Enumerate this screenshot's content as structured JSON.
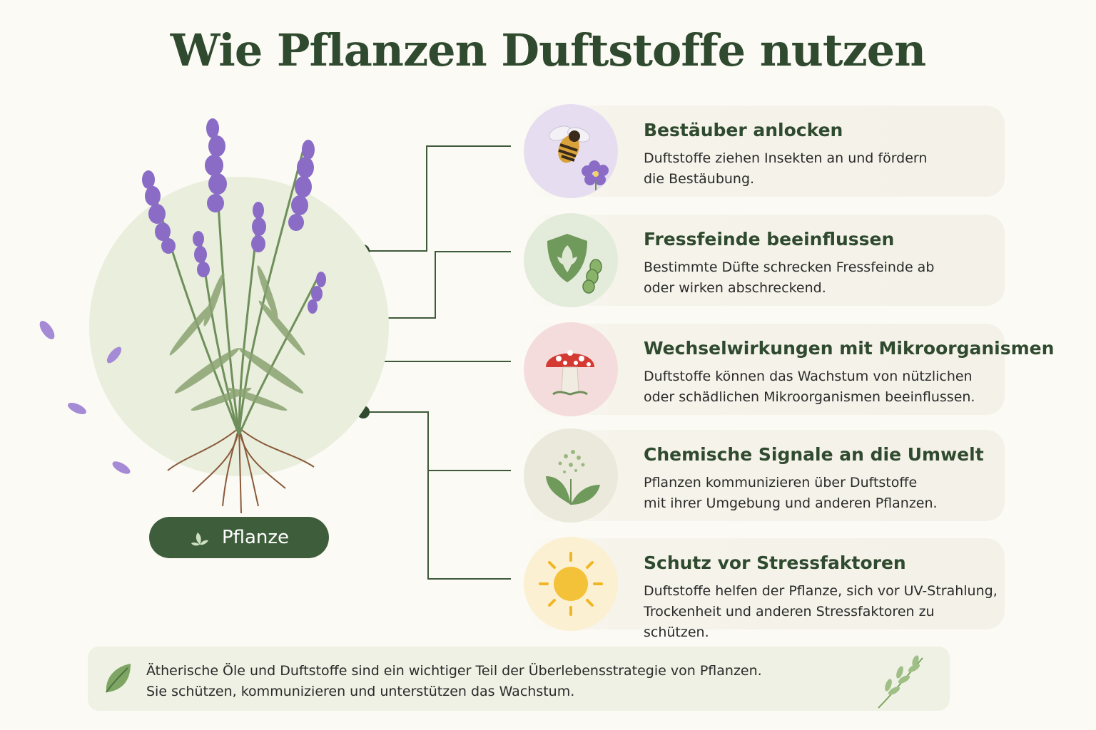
{
  "title": "Wie Pflanzen Duftstoffe nutzen",
  "plant_label": "Pflanze",
  "colors": {
    "primary_green": "#3e5e3b",
    "title_green": "#2f4a2e",
    "lavender": "#8a6cc6",
    "background": "#fbfaf4"
  },
  "cards": [
    {
      "title": "Bestäuber anlocken",
      "line1": "Duftstoffe ziehen Insekten an und fördern",
      "line2": "die Bestäubung.",
      "icon": "bee-and-flower-icon"
    },
    {
      "title": "Fressfeinde beeinflussen",
      "line1": "Bestimmte Düfte schrecken Fressfeinde ab",
      "line2": "oder wirken abschreckend.",
      "icon": "shield-and-caterpillar-icon"
    },
    {
      "title": "Wechselwirkungen mit Mikroorganismen",
      "line1": "Duftstoffe können das Wachstum von nützlichen",
      "line2": "oder schädlichen Mikroorganismen beeinflussen.",
      "icon": "mushroom-icon"
    },
    {
      "title": "Chemische Signale an die Umwelt",
      "line1": "Pflanzen kommunizieren über Duftstoffe",
      "line2": "mit ihrer Umgebung und anderen Pflanzen.",
      "icon": "leaves-and-particles-icon"
    },
    {
      "title": "Schutz vor Stressfaktoren",
      "line1": "Duftstoffe helfen der Pflanze, sich vor UV-Strahlung,",
      "line2": "Trockenheit und anderen Stressfaktoren zu schützen.",
      "icon": "sun-icon"
    }
  ],
  "footer": {
    "line1": "Ätherische Öle und Duftstoffe sind ein wichtiger Teil der Überlebensstrategie von Pflanzen.",
    "line2": "Sie schützen, kommunizieren und unterstützen das Wachstum."
  }
}
